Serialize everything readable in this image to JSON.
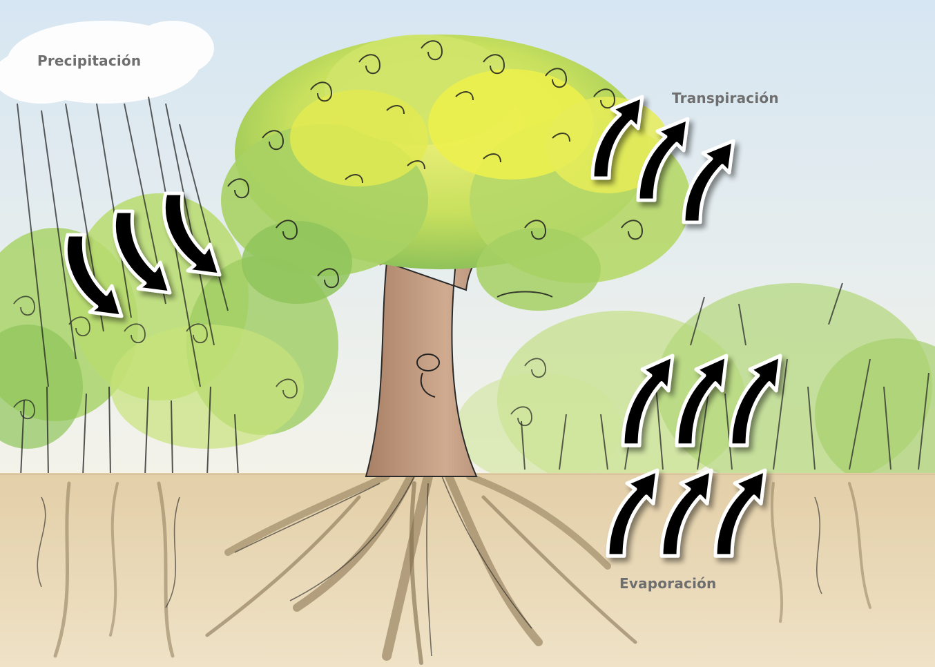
{
  "labels": {
    "precipitation": "Precipitación",
    "transpiration": "Transpiración",
    "evaporation": "Evaporación"
  },
  "colors": {
    "sky": "#e6eef6",
    "cloud": "#ffffff",
    "foliage_light": "#d9ea7a",
    "foliage_yellow": "#e8ec4e",
    "foliage_green": "#9fcd63",
    "foliage_dark": "#6fae4a",
    "trunk": "#c9a287",
    "trunk_shadow": "#a88066",
    "soil": "#e8d7b4",
    "roots": "#8c7a5a",
    "ink": "#1a1a1a",
    "arrow": "#000000",
    "label": "#6e6e6e"
  },
  "icons": {
    "rain_arrows": "curved-arrow-down",
    "transpiration_arrows": "curved-arrow-up",
    "evaporation_arrows": "curved-arrow-up"
  }
}
